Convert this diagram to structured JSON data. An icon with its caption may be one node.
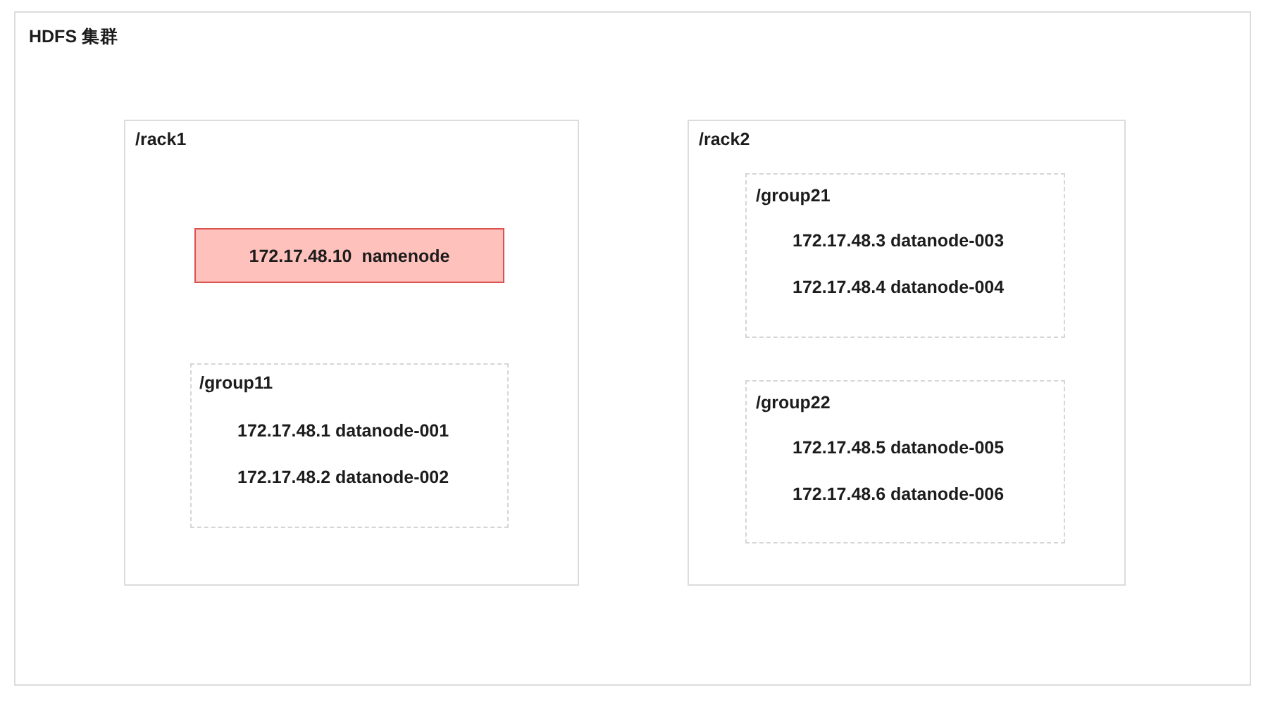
{
  "diagram": {
    "nodes": [
      {
        "text": [
          "HDFS 集群"
        ]
      },
      {
        "text": [
          "/rack1"
        ],
        "in": 0
      },
      {
        "text": [
          "172.17.48.10  namenode"
        ],
        "in": 1
      },
      {
        "text": [
          "/group11",
          "172.17.48.1 datanode-001",
          "172.17.48.2 datanode-002"
        ],
        "in": 1
      },
      {
        "text": [
          "/rack2"
        ],
        "in": 0
      },
      {
        "text": [
          "/group21",
          "172.17.48.3 datanode-003",
          "172.17.48.4 datanode-004"
        ],
        "in": 4
      },
      {
        "text": [
          "/group22",
          "172.17.48.5 datanode-005",
          "172.17.48.6 datanode-006"
        ],
        "in": 4
      }
    ]
  }
}
